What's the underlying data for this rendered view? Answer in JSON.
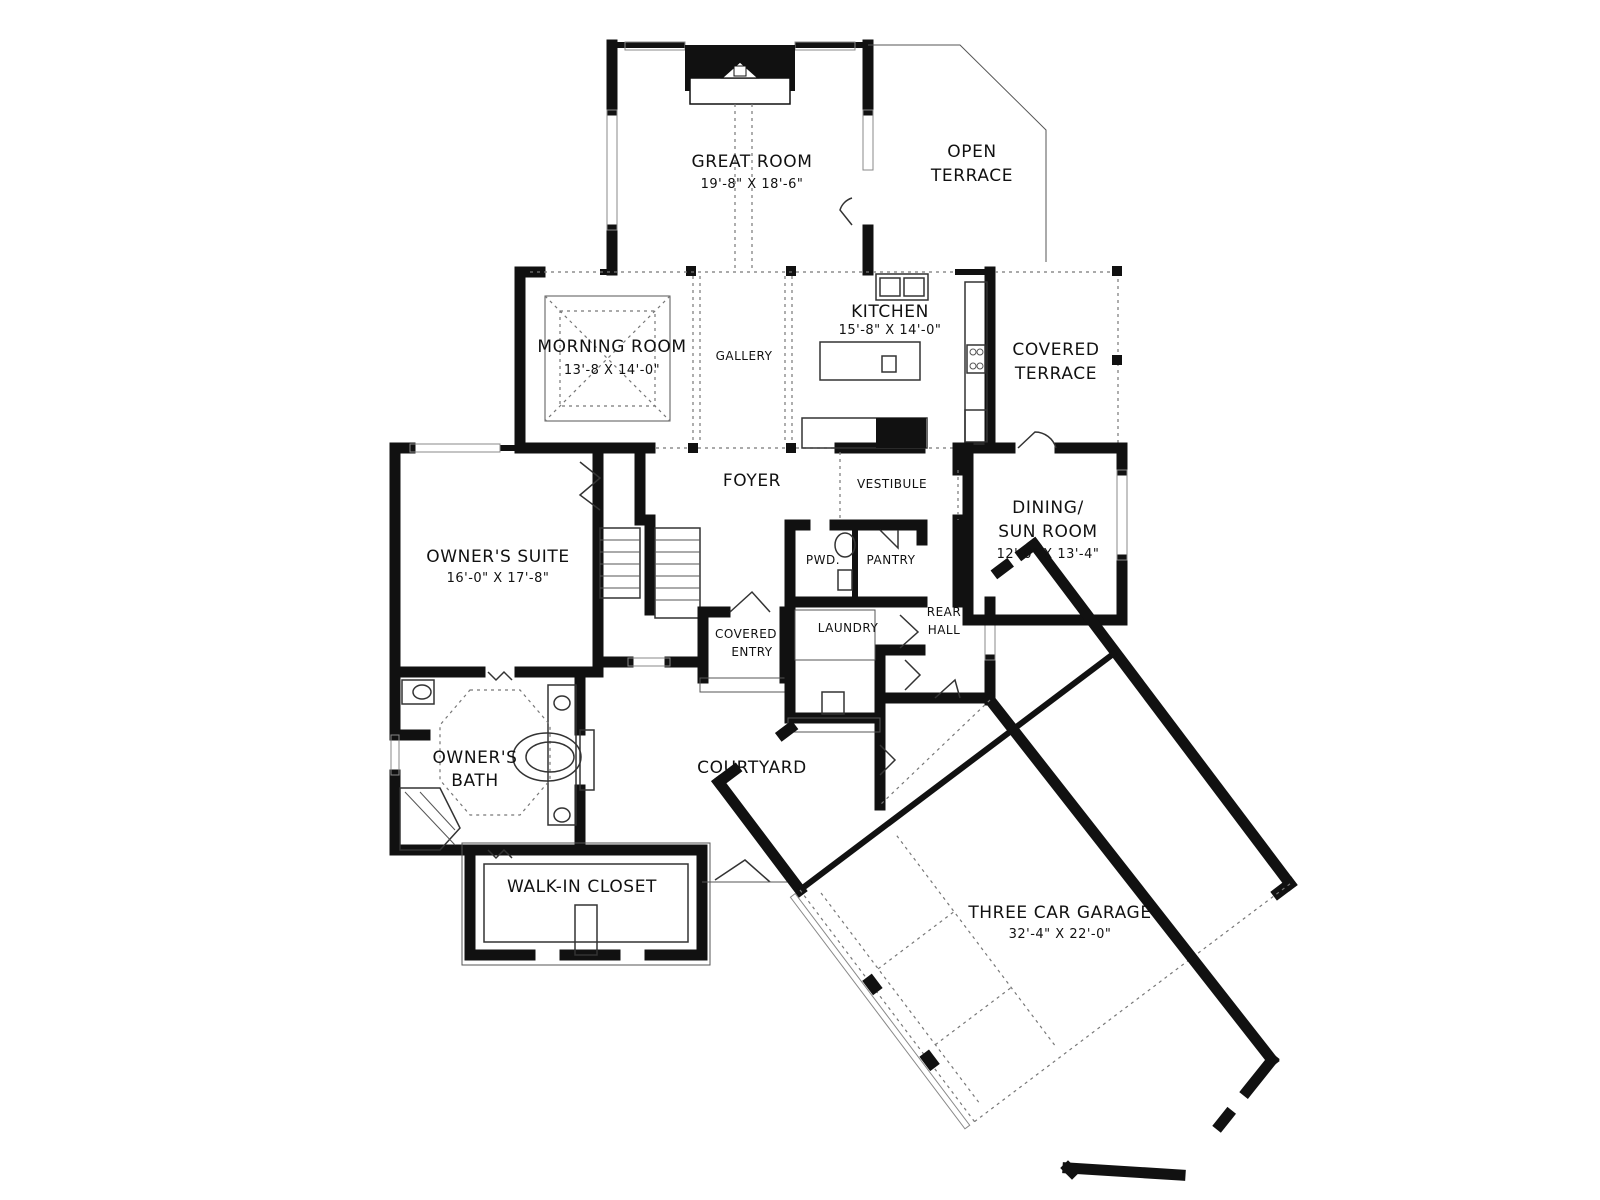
{
  "rooms": {
    "great_room": {
      "name": "GREAT ROOM",
      "dims": "19'-8\" X 18'-6\""
    },
    "open_terrace": {
      "line1": "OPEN",
      "line2": "TERRACE"
    },
    "kitchen": {
      "name": "KITCHEN",
      "dims": "15'-8\" X 14'-0\""
    },
    "morning_room": {
      "name": "MORNING ROOM",
      "dims": "13'-8 X 14'-0\""
    },
    "gallery": {
      "name": "GALLERY"
    },
    "covered_terrace": {
      "line1": "COVERED",
      "line2": "TERRACE"
    },
    "foyer": {
      "name": "FOYER"
    },
    "vestibule": {
      "name": "VESTIBULE"
    },
    "dining": {
      "line1": "DINING/",
      "line2": "SUN ROOM",
      "dims": "12'-0\" X 13'-4\""
    },
    "owners_suite": {
      "name": "OWNER'S SUITE",
      "dims": "16'-0\" X 17'-8\""
    },
    "pwd": {
      "name": "PWD."
    },
    "pantry": {
      "name": "PANTRY"
    },
    "covered_entry": {
      "line1": "COVERED",
      "line2": "ENTRY"
    },
    "laundry": {
      "name": "LAUNDRY"
    },
    "rear_hall": {
      "line1": "REAR",
      "line2": "HALL"
    },
    "owners_bath": {
      "line1": "OWNER'S",
      "line2": "BATH"
    },
    "courtyard": {
      "name": "COURTYARD"
    },
    "walk_in_closet": {
      "name": "WALK-IN CLOSET"
    },
    "garage": {
      "name": "THREE CAR GARAGE",
      "dims": "32'-4\" X 22'-0\""
    }
  }
}
